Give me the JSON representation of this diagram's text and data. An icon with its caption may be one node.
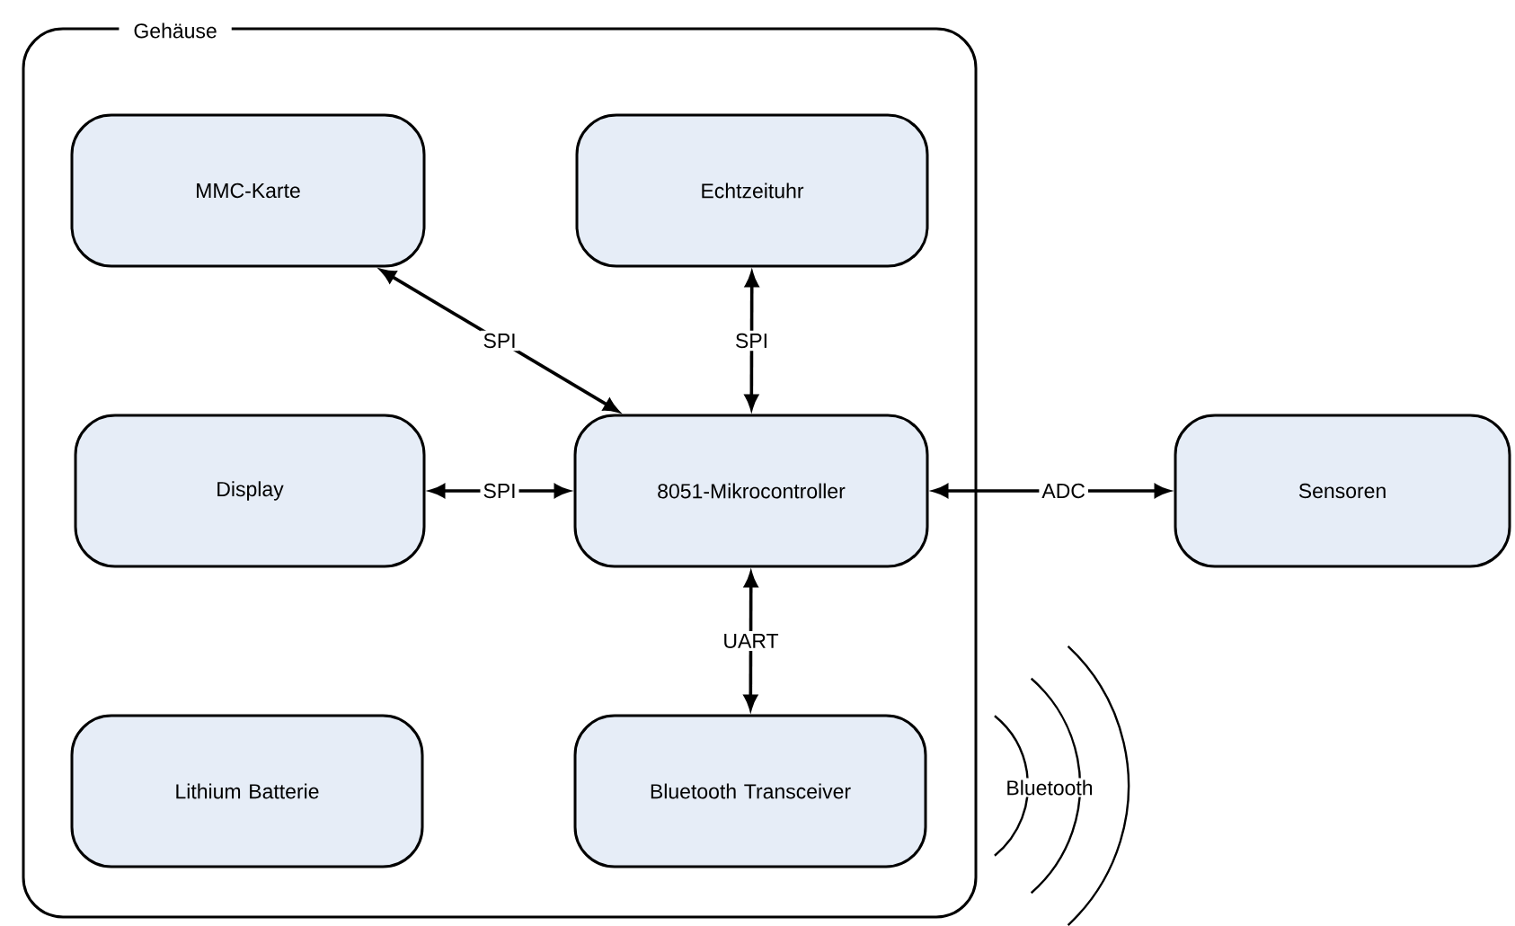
{
  "diagram": {
    "nodes": [
      {
        "text": [
          "Gehäuse"
        ]
      },
      {
        "text": [
          "MMC-Karte"
        ],
        "in": 0
      },
      {
        "text": [
          "Echtzeituhr"
        ],
        "in": 0
      },
      {
        "text": [
          "Display"
        ],
        "in": 0
      },
      {
        "text": [
          "8051-Mikrocontroller"
        ],
        "in": 0
      },
      {
        "text": [
          "Lithium Batterie"
        ],
        "in": 0
      },
      {
        "text": [
          "Bluetooth Transceiver"
        ],
        "in": 0
      },
      {
        "text": [
          "Sensoren"
        ]
      }
    ],
    "edges": [
      {
        "from": 1,
        "to": 4,
        "arrow": "both",
        "label": "SPI"
      },
      {
        "from": 2,
        "to": 4,
        "arrow": "both",
        "label": "SPI"
      },
      {
        "from": 3,
        "to": 4,
        "arrow": "both",
        "label": "SPI"
      },
      {
        "from": 4,
        "to": 7,
        "arrow": "both",
        "label": "ADC"
      },
      {
        "from": 4,
        "to": 6,
        "arrow": "both",
        "label": "UART"
      }
    ],
    "labels": [
      "Bluetooth"
    ]
  }
}
